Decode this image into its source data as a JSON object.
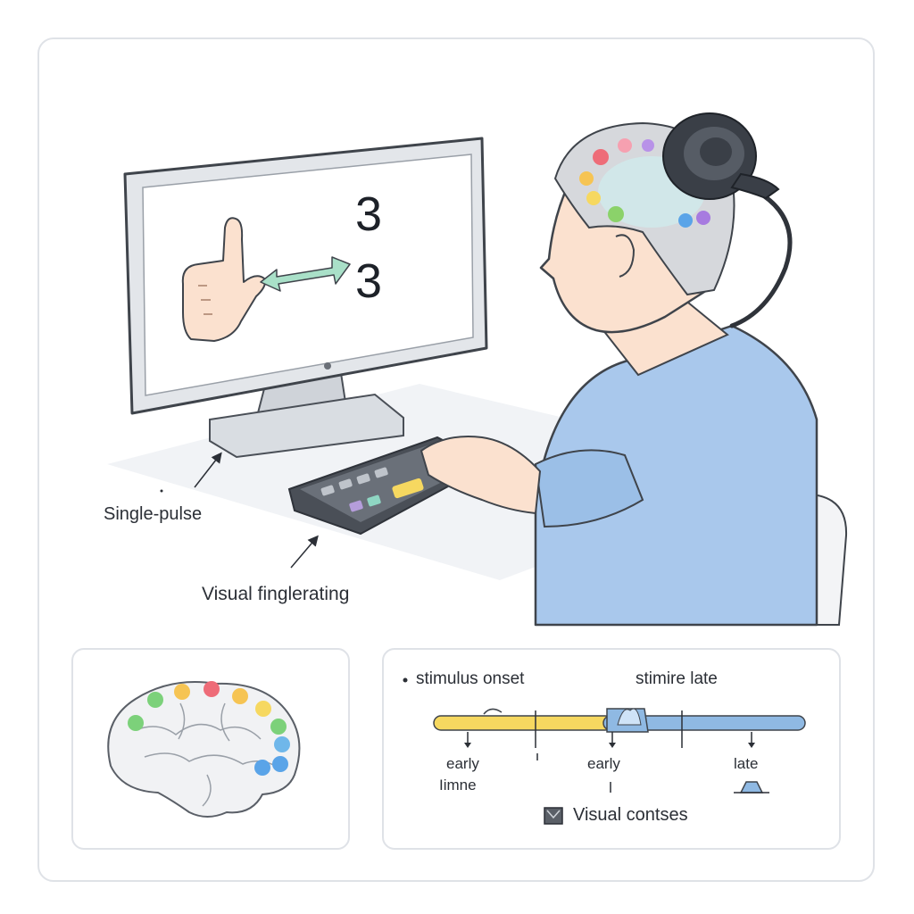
{
  "screen": {
    "digit_top": "3",
    "digit_bottom": "3"
  },
  "labels": {
    "single_pulse": "Single-pulse",
    "visual_finger": "Visual finglerating"
  },
  "timeline": {
    "onset_label": "stimulus onset",
    "late_header": "stimire late",
    "tick_labels": [
      "early",
      "early",
      "late"
    ],
    "sub_label": "Iimne",
    "legend_label": "Visual contses"
  },
  "colors": {
    "arrow": "#7cc9a7",
    "bar_early": "#f6d860",
    "bar_late": "#8fb9e3",
    "shirt": "#a9c8ec"
  },
  "icons": {
    "hand": "pointing-hand-icon",
    "arrow": "double-arrow-icon",
    "coil": "tms-coil-icon",
    "brain": "brain-icon",
    "legend": "legend-swatch-icon"
  }
}
